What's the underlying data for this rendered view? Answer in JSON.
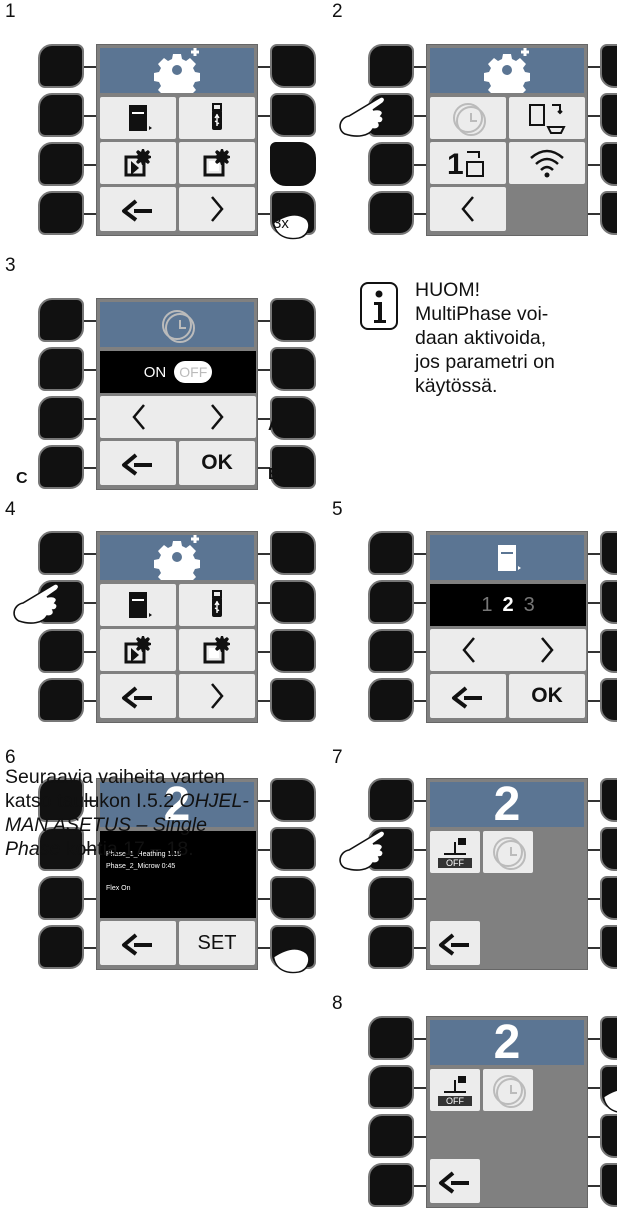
{
  "steps": {
    "s1": "1",
    "s2": "2",
    "s3": "3",
    "s4": "4",
    "s5": "5",
    "s6": "6",
    "s7": "7",
    "s8": "8"
  },
  "labels": {
    "press3x": "3x",
    "a": "A",
    "b": "B",
    "c": "C",
    "on": "ON",
    "off": "OFF",
    "ok": "OK",
    "set": "SET",
    "off_small": "OFF"
  },
  "program_numbers": {
    "n1": "1",
    "n2": "2",
    "n3": "3"
  },
  "screen6": {
    "header": "2",
    "line1": "Phase_1_Heathing 1:15",
    "line2": "Phase_2_Microw 0:45",
    "line3": "Flex On"
  },
  "screen7": {
    "header": "2"
  },
  "screen8": {
    "header": "2"
  },
  "note": {
    "title": "HUOM!",
    "l1": "MultiPhase voi-",
    "l2": "daan aktivoida,",
    "l3": "jos parametri on",
    "l4": "käytössä."
  },
  "bottom": {
    "l1": "Seuraavia vaiheita varten",
    "l2a": "katso taulukon I.5.2 ",
    "l2b": "OHJEL-",
    "l3": "MAN ASETUS – Single",
    "l4": "Phase",
    "l4b": " kohtia 17 – 18."
  },
  "colors": {
    "header": "#5b7593",
    "screen": "#808080",
    "cell": "#ececec"
  }
}
